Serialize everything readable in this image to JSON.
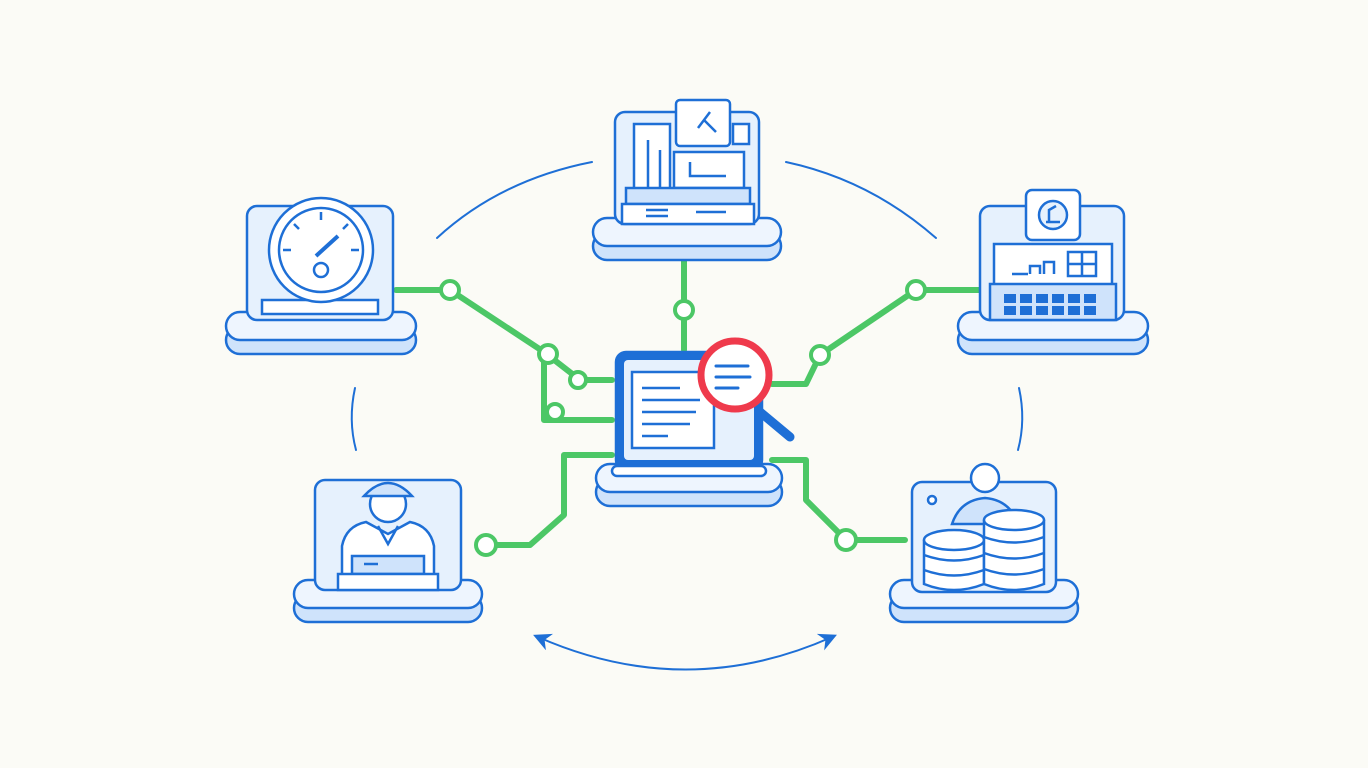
{
  "colors": {
    "background": "#fbfbf6",
    "node_blue": "#1e6fd6",
    "node_fill": "#e6f1fd",
    "platform_fill": "#cfe3fb",
    "connector_green": "#4cc766",
    "magnifier_red": "#ef3a4c",
    "cycle_arrow": "#1e6fd6"
  },
  "nodes": [
    {
      "id": "central-laptop",
      "icon": "laptop-search-icon",
      "role": "hub"
    },
    {
      "id": "top-documents",
      "icon": "documents-books-icon"
    },
    {
      "id": "left-gauge",
      "icon": "gauge-dashboard-icon"
    },
    {
      "id": "right-building",
      "icon": "building-bank-icon"
    },
    {
      "id": "bottom-left-worker",
      "icon": "worker-person-icon"
    },
    {
      "id": "bottom-right-database",
      "icon": "database-person-icon"
    }
  ],
  "connections": [
    {
      "from": "central-laptop",
      "to": "top-documents"
    },
    {
      "from": "central-laptop",
      "to": "left-gauge"
    },
    {
      "from": "central-laptop",
      "to": "right-building"
    },
    {
      "from": "central-laptop",
      "to": "bottom-left-worker"
    },
    {
      "from": "central-laptop",
      "to": "bottom-right-database"
    }
  ],
  "cycle": {
    "direction": "bidirectional",
    "icon": "double-arrow-icon"
  }
}
